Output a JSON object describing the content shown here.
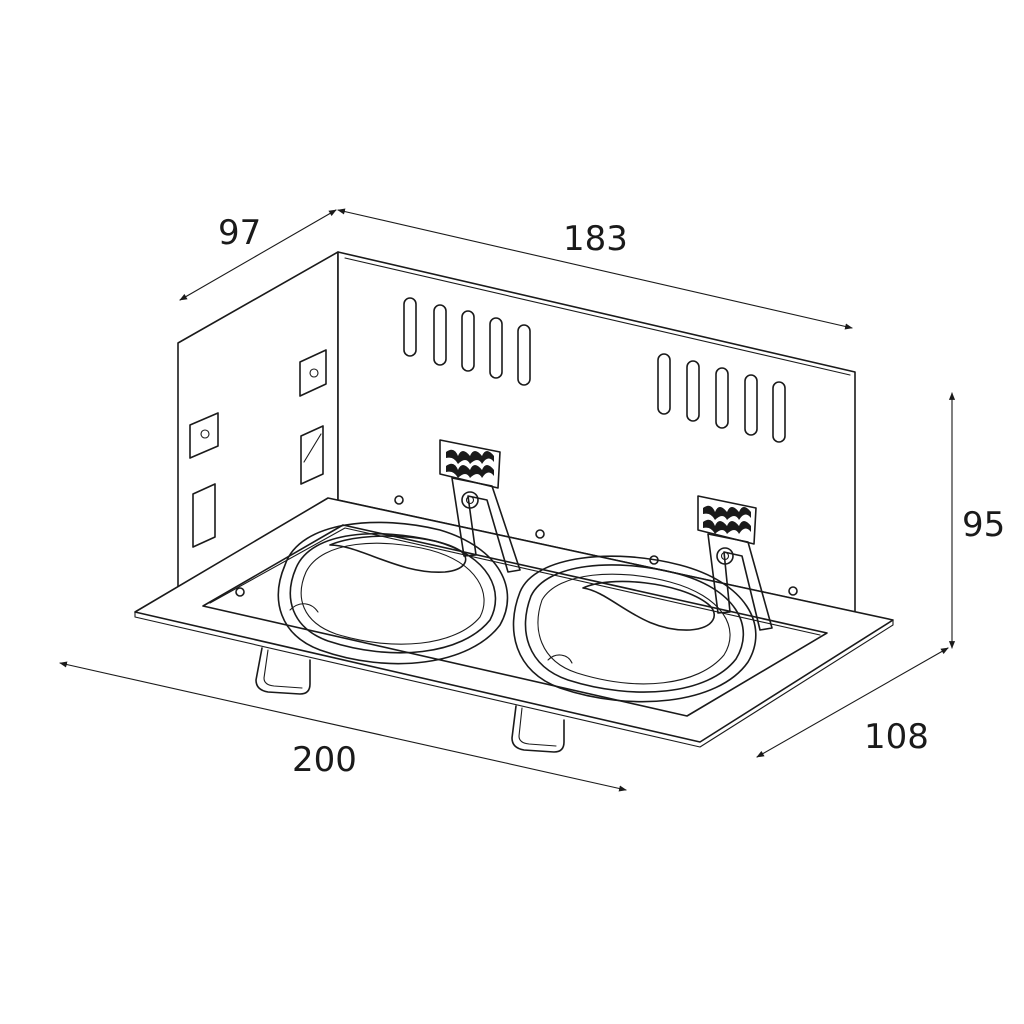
{
  "dimensions": {
    "depth_top": "97",
    "length_top": "183",
    "height": "95",
    "width_frame": "108",
    "length_frame": "200"
  },
  "colors": {
    "line": "#1a1a1a",
    "background": "#ffffff"
  }
}
